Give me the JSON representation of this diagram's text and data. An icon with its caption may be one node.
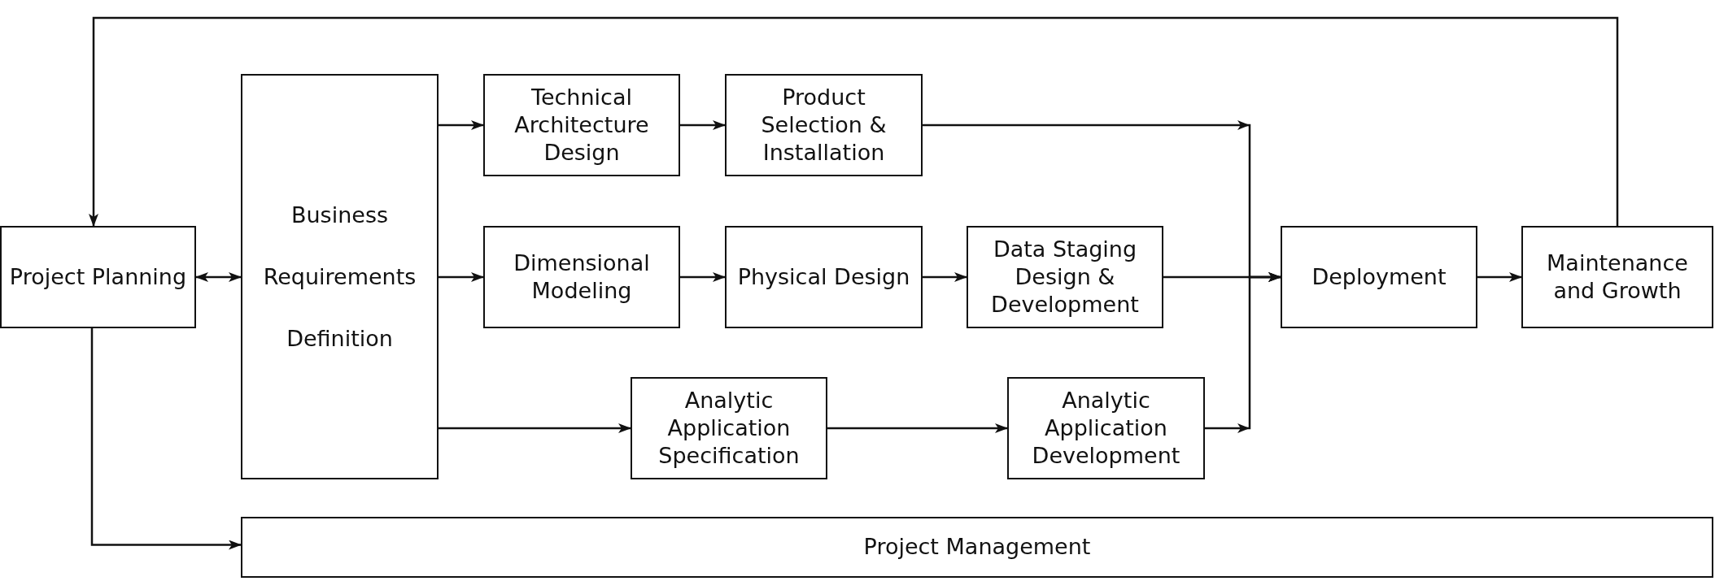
{
  "diagram": {
    "nodes": [
      {
        "text": [
          "Project Planning"
        ]
      },
      {
        "text": [
          "Business Requirements Definition"
        ]
      },
      {
        "text": [
          "Technical Architecture Design"
        ]
      },
      {
        "text": [
          "Product Selection & Installation"
        ]
      },
      {
        "text": [
          "Dimensional Modeling"
        ]
      },
      {
        "text": [
          "Physical Design"
        ]
      },
      {
        "text": [
          "Data Staging Design & Development"
        ]
      },
      {
        "text": [
          "Analytic Application Specification"
        ]
      },
      {
        "text": [
          "Analytic Application Development"
        ]
      },
      {
        "text": [
          "Deployment"
        ]
      },
      {
        "text": [
          "Maintenance and Growth"
        ]
      },
      {
        "text": [
          "Project Management"
        ]
      }
    ],
    "edges": [
      {
        "from": 0,
        "to": 1,
        "arrow": "both"
      },
      {
        "from": 1,
        "to": 2,
        "arrow": "to"
      },
      {
        "from": 2,
        "to": 3,
        "arrow": "to"
      },
      {
        "from": 1,
        "to": 4,
        "arrow": "to"
      },
      {
        "from": 4,
        "to": 5,
        "arrow": "to"
      },
      {
        "from": 5,
        "to": 6,
        "arrow": "to"
      },
      {
        "from": 1,
        "to": 7,
        "arrow": "to"
      },
      {
        "from": 7,
        "to": 8,
        "arrow": "to"
      },
      {
        "from": 3,
        "to": 9,
        "arrow": "to"
      },
      {
        "from": 6,
        "to": 9,
        "arrow": "to"
      },
      {
        "from": 8,
        "to": 9,
        "arrow": "to"
      },
      {
        "from": 9,
        "to": 10,
        "arrow": "to"
      },
      {
        "from": 10,
        "to": 0,
        "arrow": "to"
      },
      {
        "from": 0,
        "to": 11,
        "arrow": "to"
      }
    ]
  }
}
